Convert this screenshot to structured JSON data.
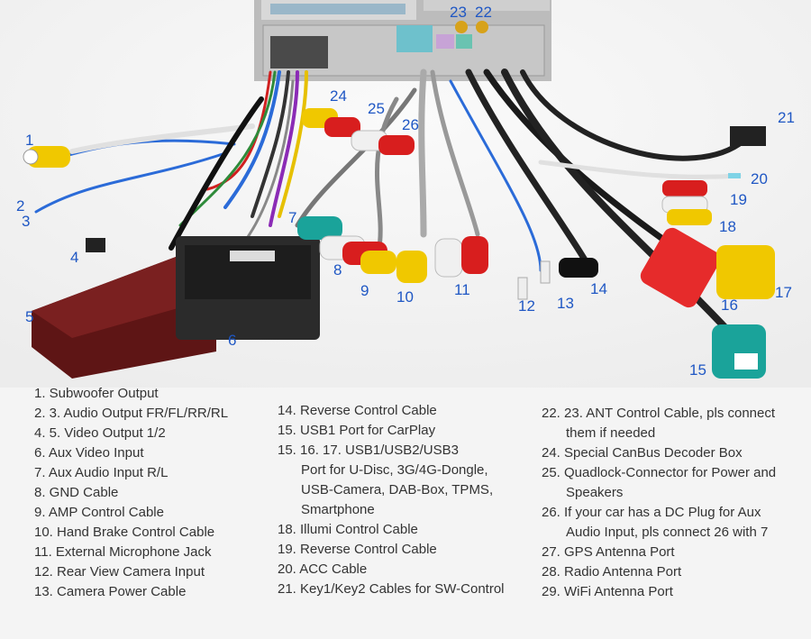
{
  "colors": {
    "label_blue": "#1f57c4",
    "text": "#333333",
    "background": "#f4f4f4",
    "decoder_box": "#5e1515",
    "quadlock": "#2b2b2b"
  },
  "labels": [
    "1",
    "2",
    "3",
    "4",
    "5",
    "6",
    "7",
    "8",
    "9",
    "10",
    "11",
    "12",
    "13",
    "14",
    "15",
    "16",
    "17",
    "21",
    "20",
    "19",
    "18",
    "22",
    "23",
    "24",
    "25",
    "26"
  ],
  "legend": {
    "col1": [
      "1. Subwoofer Output",
      "2. 3. Audio Output FR/FL/RR/RL",
      "4. 5. Video Output 1/2",
      "6. Aux Video Input",
      "7. Aux Audio Input R/L",
      "8. GND Cable",
      "9. AMP Control Cable",
      "10. Hand Brake Control Cable",
      "11. External Microphone Jack",
      "12. Rear View Camera Input",
      "13. Camera Power Cable"
    ],
    "col2": [
      "14. Reverse Control Cable",
      "15. USB1 Port for CarPlay",
      "15. 16. 17. USB1/USB2/USB3",
      "Port for U-Disc, 3G/4G-Dongle,",
      "USB-Camera, DAB-Box, TPMS,",
      "Smartphone",
      "18. Illumi Control Cable",
      "19. Reverse Control Cable",
      "20. ACC Cable",
      "21. Key1/Key2 Cables for SW-Control"
    ],
    "col3": [
      "22. 23. ANT Control Cable, pls connect",
      "them if needed",
      "24. Special CanBus Decoder Box",
      "25. Quadlock-Connector for Power and",
      "Speakers",
      "26. If your car has a DC Plug for Aux",
      "Audio Input, pls connect 26 with 7",
      "27. GPS Antenna Port",
      "28. Radio Antenna Port",
      "29. WiFi Antenna Port"
    ]
  }
}
